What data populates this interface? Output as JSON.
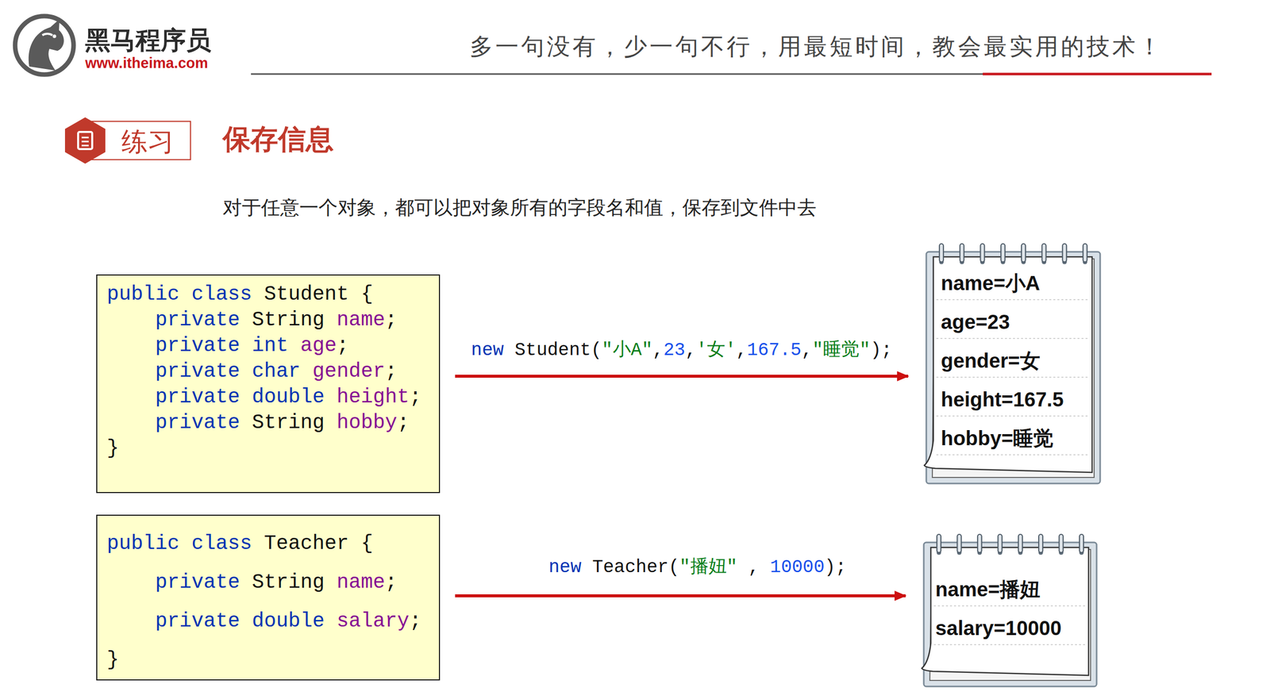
{
  "diagram": {
    "title": "保存信息",
    "nodes": [
      {
        "text": [
          "练习"
        ]
      },
      {
        "text": [
          "public class Student {",
          "private String name;",
          "private int age;",
          "private char gender;",
          "private double height;",
          "private String hobby;",
          "}"
        ]
      },
      {
        "text": [
          "name=小A",
          "age=23",
          "gender=女",
          "height=167.5",
          "hobby=睡觉"
        ]
      },
      {
        "text": [
          "public class Teacher {",
          "private String name;",
          "private double salary;",
          "}"
        ]
      },
      {
        "text": [
          "name=播妞",
          "salary=10000"
        ]
      }
    ],
    "edges": [
      {
        "from": 1,
        "to": 2,
        "arrow": "to",
        "label": "new Student(\"小A\",23,'女',167.5,\"睡觉\");"
      },
      {
        "from": 3,
        "to": 4,
        "arrow": "to",
        "label": "new Teacher(\"播妞\" , 10000);"
      }
    ],
    "labels": [
      "黑马程序员",
      "www.itheima.com",
      "多一句没有，少一句不行，用最短时间，教会最实用的技术！",
      "对于任意一个对象，都可以把对象所有的字段名和值，保存到文件中去"
    ]
  }
}
